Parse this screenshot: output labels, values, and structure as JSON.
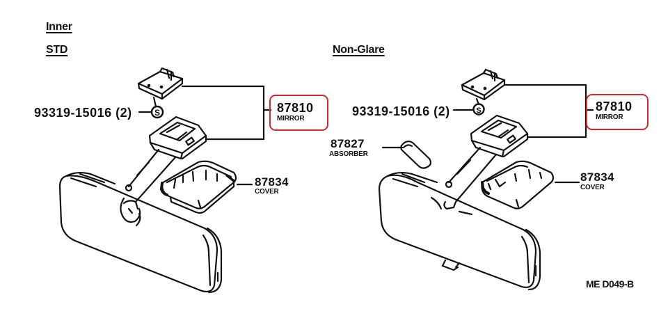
{
  "diagram": {
    "section_title": "Inner",
    "colors": {
      "ink": "#111111",
      "highlight": "#d8262b",
      "background": "#ffffff"
    },
    "variants": [
      {
        "heading": "STD",
        "callouts": [
          {
            "part_number": "93319-15016 (2)",
            "symbol": "S",
            "name": ""
          },
          {
            "part_number": "87810",
            "name": "MIRROR",
            "highlighted": true
          },
          {
            "part_number": "87834",
            "name": "COVER"
          }
        ]
      },
      {
        "heading": "Non-Glare",
        "callouts": [
          {
            "part_number": "93319-15016 (2)",
            "symbol": "S",
            "name": ""
          },
          {
            "part_number": "87810",
            "name": "MIRROR",
            "highlighted": true
          },
          {
            "part_number": "87827",
            "name": "ABSORBER"
          },
          {
            "part_number": "87834",
            "name": "COVER"
          }
        ]
      }
    ],
    "figure_code": "ME D049-B"
  }
}
